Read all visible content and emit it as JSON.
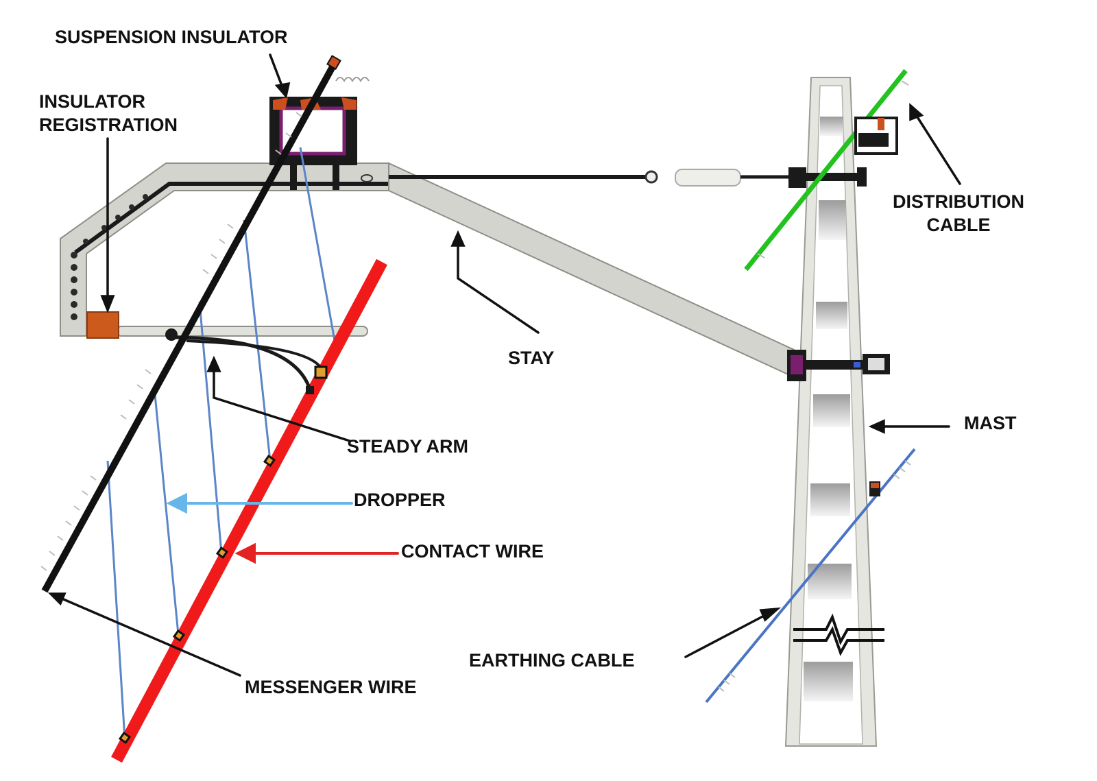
{
  "labels": {
    "suspension_insulator": "SUSPENSION INSULATOR",
    "insulator_registration": [
      "INSULATOR",
      "REGISTRATION"
    ],
    "distribution_cable": [
      "DISTRIBUTION",
      "CABLE"
    ],
    "stay": "STAY",
    "steady_arm": "STEADY ARM",
    "mast": "MAST",
    "dropper": "DROPPER",
    "contact_wire": "CONTACT WIRE",
    "earthing_cable": "EARTHING CABLE",
    "messenger_wire": "MESSENGER WIRE"
  },
  "colors": {
    "messenger_wire": "#111111",
    "contact_wire": "#f01a1a",
    "dropper": "#5a86c8",
    "dropper_arrow": "#66b6ea",
    "contact_arrow": "#e52222",
    "distribution_cable": "#22c21f",
    "earthing_cable": "#4a74c4",
    "structure": "#dcdcd6",
    "insulator": "#cc4f1f",
    "clamp": "#7a1f6e"
  }
}
